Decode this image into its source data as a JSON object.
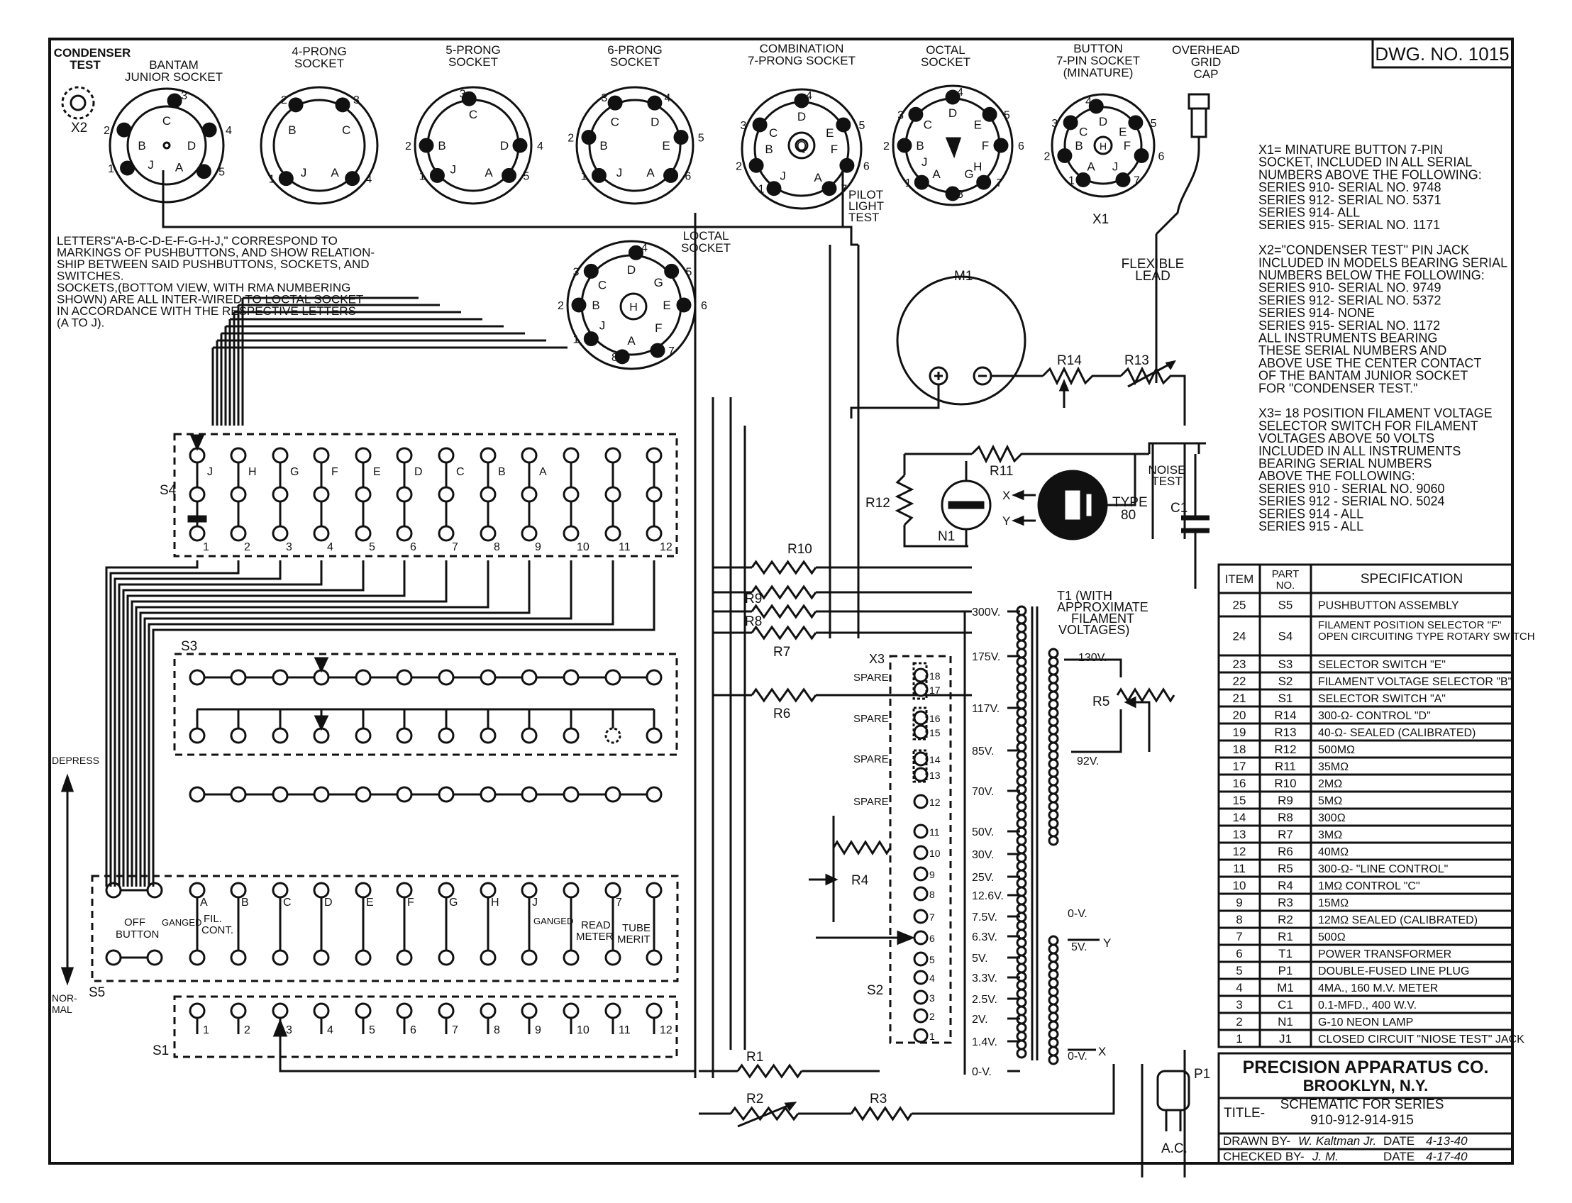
{
  "drawing_number": "DWG. NO. 1015",
  "sockets": [
    {
      "id": "condenser-test",
      "label": [
        "CONDENSER",
        "TEST"
      ]
    },
    {
      "id": "bantam",
      "label": [
        "BANTAM",
        "JUNIOR SOCKET"
      ],
      "pins": [
        "3",
        "2",
        "1",
        "4",
        "5"
      ],
      "letters": [
        "C",
        "B",
        "D",
        "J",
        "A"
      ]
    },
    {
      "id": "prong4",
      "label": [
        "4-PRONG",
        "SOCKET"
      ],
      "pins": [
        "2",
        "3",
        "1",
        "4"
      ],
      "letters": [
        "B",
        "C",
        "J",
        "A"
      ]
    },
    {
      "id": "prong5",
      "label": [
        "5-PRONG",
        "SOCKET"
      ],
      "pins": [
        "3",
        "2",
        "4",
        "1",
        "5"
      ],
      "letters": [
        "C",
        "B",
        "D",
        "J",
        "A"
      ]
    },
    {
      "id": "prong6",
      "label": [
        "6-PRONG",
        "SOCKET"
      ],
      "pins": [
        "3",
        "4",
        "2",
        "5",
        "1",
        "6"
      ],
      "letters": [
        "C",
        "D",
        "B",
        "E",
        "J",
        "A"
      ]
    },
    {
      "id": "combination",
      "label": [
        "COMBINATION",
        "7-PRONG SOCKET"
      ],
      "pins": [
        "4",
        "3",
        "5",
        "2",
        "6",
        "1",
        "7"
      ],
      "letters": [
        "D",
        "C",
        "E",
        "B",
        "F",
        "J",
        "A",
        "Q"
      ]
    },
    {
      "id": "octal",
      "label": [
        "OCTAL",
        "SOCKET"
      ],
      "pins": [
        "4",
        "3",
        "5",
        "2",
        "6",
        "1",
        "7",
        "8"
      ],
      "letters": [
        "D",
        "C",
        "E",
        "B",
        "J",
        "F",
        "H",
        "A",
        "G"
      ]
    },
    {
      "id": "button",
      "label": [
        "BUTTON",
        "7-PIN SOCKET",
        "(MINATURE)"
      ],
      "pins": [
        "4",
        "3",
        "5",
        "2",
        "6",
        "1",
        "7"
      ],
      "letters": [
        "D",
        "C",
        "E",
        "B",
        "F",
        "A",
        "J",
        "H"
      ]
    },
    {
      "id": "overhead",
      "label": [
        "OVERHEAD",
        "GRID",
        "CAP"
      ]
    },
    {
      "id": "loctal",
      "label": [
        "LOCTAL",
        "SOCKET"
      ],
      "pins": [
        "4",
        "3",
        "5",
        "2",
        "6",
        "1",
        "7",
        "8"
      ],
      "letters": [
        "D",
        "C",
        "G",
        "B",
        "E",
        "J",
        "F",
        "A",
        "H"
      ]
    }
  ],
  "labels": {
    "x1": "X1",
    "x2": "X2",
    "pilot": [
      "PILOT",
      "LIGHT",
      "TEST"
    ],
    "flexible": [
      "FLEXIBLE",
      "LEAD"
    ],
    "m1": "M1",
    "r14": "R14",
    "r13": "R13",
    "r11": "R11",
    "r12": "R12",
    "n1": "N1",
    "noise": [
      "NOISE",
      "TEST"
    ],
    "type80": [
      "TYPE",
      "80"
    ],
    "c1": "C1",
    "xterm": "X",
    "yterm": "Y",
    "r10": "R10",
    "r9": "R9",
    "r8": "R8",
    "r7": "R7",
    "r6": "R6",
    "r5": "R5",
    "r4": "R4",
    "r1": "R1",
    "r2": "R2",
    "r3": "R3",
    "p1": "P1",
    "ac": "A.C.",
    "s1": "S1",
    "s2": "S2",
    "s3": "S3",
    "s4": "S4",
    "s5": "S5",
    "x3": "X3",
    "t1": [
      "T1 (WITH",
      "APPROXIMATE",
      "FILAMENT",
      "VOLTAGES)"
    ],
    "depress": "DEPRESS",
    "normal": [
      "NOR-",
      "MAL"
    ],
    "off_button": [
      "OFF",
      "BUTTON"
    ],
    "ganged": "GANGED",
    "fil_cont": [
      "A",
      "FIL.",
      "CONT."
    ],
    "read_meter": [
      "READ",
      "METER"
    ],
    "tube_merit": [
      "TUBE",
      "MERIT"
    ],
    "ganged2": "GANGED"
  },
  "s4_letters": [
    "J",
    "H",
    "G",
    "F",
    "E",
    "D",
    "C",
    "B",
    "A"
  ],
  "s4_numbers": [
    "1",
    "2",
    "3",
    "4",
    "5",
    "6",
    "7",
    "8",
    "9",
    "10",
    "11",
    "12"
  ],
  "s1_numbers": [
    "1",
    "2",
    "3",
    "4",
    "5",
    "6",
    "7",
    "8",
    "9",
    "10",
    "11",
    "12"
  ],
  "s5_letters": [
    "A",
    "B",
    "C",
    "D",
    "E",
    "F",
    "G",
    "H",
    "J",
    "",
    "7"
  ],
  "x3_numbers": [
    "18",
    "17",
    "16",
    "15",
    "14",
    "13",
    "12",
    "11",
    "10",
    "9",
    "8",
    "7",
    "6",
    "5",
    "4",
    "3",
    "2",
    "1"
  ],
  "spare": "SPARE",
  "primary_taps": [
    "300V.",
    "175V.",
    "117V.",
    "85V.",
    "70V.",
    "50V.",
    "30V.",
    "25V.",
    "12.6V.",
    "7.5V.",
    "6.3V.",
    "5V.",
    "3.3V.",
    "2.5V.",
    "2V.",
    "1.4V.",
    "0-V."
  ],
  "secondary_taps": [
    "130V.",
    "92V.",
    "0-V.",
    "5V.",
    "0-V."
  ],
  "left_note": [
    "LETTERS\"A-B-C-D-E-F-G-H-J,\" CORRESPOND TO",
    "MARKINGS OF PUSHBUTTONS, AND SHOW RELATION-",
    "SHIP BETWEEN SAID PUSHBUTTONS, SOCKETS, AND",
    "SWITCHES.",
    "   SOCKETS,(BOTTOM VIEW, WITH RMA NUMBERING",
    "SHOWN) ARE ALL INTER-WIRED TO LOCTAL SOCKET",
    "IN ACCORDANCE WITH THE RESPECTIVE LETTERS",
    "(A TO J)."
  ],
  "right_notes": [
    "X1= MINATURE BUTTON 7-PIN",
    "SOCKET, INCLUDED IN ALL SERIAL",
    "NUMBERS ABOVE THE FOLLOWING:",
    "   SERIES 910- SERIAL NO. 9748",
    "   SERIES 912- SERIAL NO. 5371",
    "   SERIES 914- ALL",
    "   SERIES 915- SERIAL NO. 1171",
    "",
    "X2=\"CONDENSER TEST\" PIN JACK",
    "INCLUDED IN MODELS BEARING SERIAL",
    "NUMBERS BELOW THE FOLLOWING:",
    "   SERIES 910- SERIAL NO. 9749",
    "   SERIES 912- SERIAL NO. 5372",
    "   SERIES 914- NONE",
    "   SERIES 915- SERIAL NO. 1172",
    "ALL INSTRUMENTS BEARING",
    "THESE SERIAL NUMBERS AND",
    "ABOVE USE THE CENTER CONTACT",
    "OF THE BANTAM JUNIOR SOCKET",
    "FOR \"CONDENSER TEST.\"",
    "",
    "X3= 18 POSITION FILAMENT VOLTAGE",
    "SELECTOR SWITCH FOR FILAMENT",
    "VOLTAGES ABOVE 50 VOLTS",
    "INCLUDED IN ALL INSTRUMENTS",
    "BEARING SERIAL NUMBERS",
    "ABOVE THE FOLLOWING:",
    "   SERIES 910 - SERIAL NO. 9060",
    "   SERIES 912 - SERIAL NO. 5024",
    "   SERIES 914 - ALL",
    "   SERIES 915 - ALL"
  ],
  "parts_table": {
    "headers": [
      "ITEM",
      "PART NO.",
      "SPECIFICATION"
    ],
    "rows": [
      [
        "25",
        "S5",
        "PUSHBUTTON ASSEMBLY"
      ],
      [
        "24",
        "S4",
        "FILAMENT POSITION SELECTOR \"F\" OPEN CIRCUITING TYPE ROTARY SWITCH"
      ],
      [
        "23",
        "S3",
        "SELECTOR SWITCH \"E\""
      ],
      [
        "22",
        "S2",
        "FILAMENT VOLTAGE SELECTOR \"B\""
      ],
      [
        "21",
        "S1",
        "SELECTOR SWITCH \"A\""
      ],
      [
        "20",
        "R14",
        "300-Ω- CONTROL \"D\""
      ],
      [
        "19",
        "R13",
        "40-Ω- SEALED (CALIBRATED)"
      ],
      [
        "18",
        "R12",
        "500MΩ"
      ],
      [
        "17",
        "R11",
        "35MΩ"
      ],
      [
        "16",
        "R10",
        "2MΩ"
      ],
      [
        "15",
        "R9",
        "5MΩ"
      ],
      [
        "14",
        "R8",
        "300Ω"
      ],
      [
        "13",
        "R7",
        "3MΩ"
      ],
      [
        "12",
        "R6",
        "40MΩ"
      ],
      [
        "11",
        "R5",
        "300-Ω- \"LINE CONTROL\""
      ],
      [
        "10",
        "R4",
        "1MΩ CONTROL \"C\""
      ],
      [
        "9",
        "R3",
        "15MΩ"
      ],
      [
        "8",
        "R2",
        "12MΩ SEALED (CALIBRATED)"
      ],
      [
        "7",
        "R1",
        "500Ω"
      ],
      [
        "6",
        "T1",
        "POWER TRANSFORMER"
      ],
      [
        "5",
        "P1",
        "DOUBLE-FUSED LINE PLUG"
      ],
      [
        "4",
        "M1",
        "4MA., 160 M.V. METER"
      ],
      [
        "3",
        "C1",
        "0.1-MFD., 400 W.V."
      ],
      [
        "2",
        "N1",
        "G-10 NEON LAMP"
      ],
      [
        "1",
        "J1",
        "CLOSED CIRCUIT \"NIOSE TEST\" JACK"
      ]
    ]
  },
  "title_block": {
    "company": "PRECISION APPARATUS CO.",
    "city": "BROOKLYN, N.Y.",
    "title_label": "TITLE-",
    "title": [
      "SCHEMATIC FOR SERIES",
      "910-912-914-915"
    ],
    "drawn_by": "DRAWN BY-",
    "drawn_sig": "W. Kaltman Jr.",
    "drawn_date_label": "DATE",
    "drawn_date": "4-13-40",
    "checked_by": "CHECKED BY-",
    "checked_sig": "J. M.",
    "checked_date_label": "DATE",
    "checked_date": "4-17-40"
  }
}
